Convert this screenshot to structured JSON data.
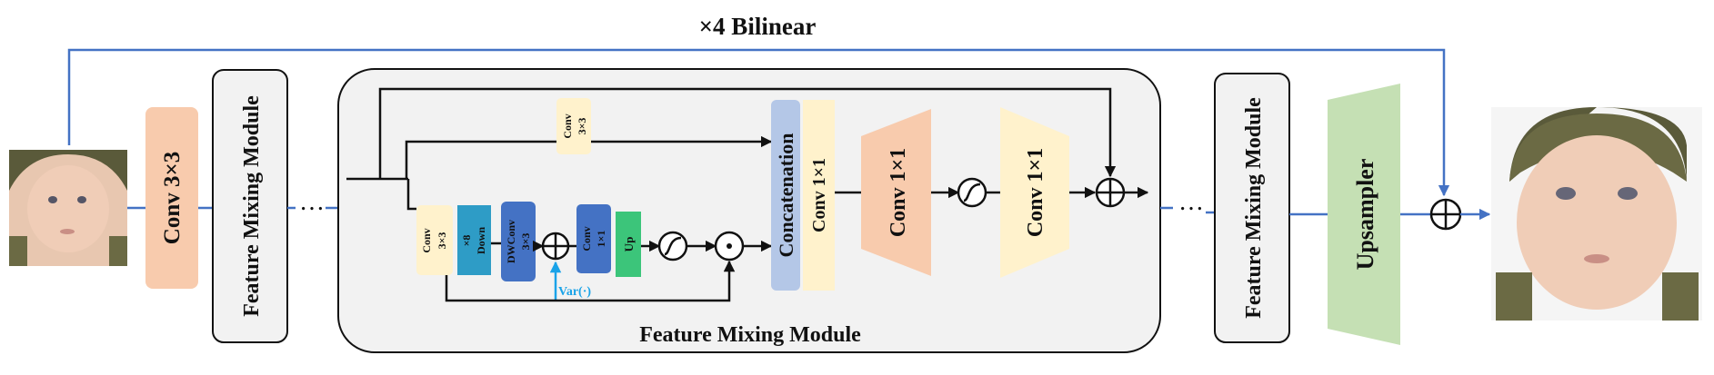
{
  "title": "×4 Bilinear",
  "conv_first": "Conv 3×3",
  "fmm_block": "Feature Mixing Module",
  "dots": "…",
  "fmm_panel_title": "Feature Mixing Module",
  "inner": {
    "conv_top": [
      "Conv",
      "3×3"
    ],
    "conv_a": [
      "Conv",
      "3×3"
    ],
    "down": [
      "×8",
      "Down"
    ],
    "dwconv": [
      "DWConv",
      "3×3"
    ],
    "conv_b": [
      "Conv",
      "1×1"
    ],
    "up": "Up",
    "var": "Var(·)",
    "concat": "Concatenation",
    "conv1x1_a": "Conv 1×1",
    "conv1x1_b": "Conv 1×1",
    "conv1x1_c": "Conv 1×1"
  },
  "upsampler": "Upsampler",
  "colors": {
    "peach": "#f8cbad",
    "cream": "#fff2cc",
    "teal": "#2e9cc6",
    "royal": "#4472c4",
    "green": "#3cc57a",
    "lavender": "#b4c7e7",
    "mint": "#c5e0b4",
    "panel": "#f2f2f2",
    "skyblue": "#1aa3e8"
  }
}
